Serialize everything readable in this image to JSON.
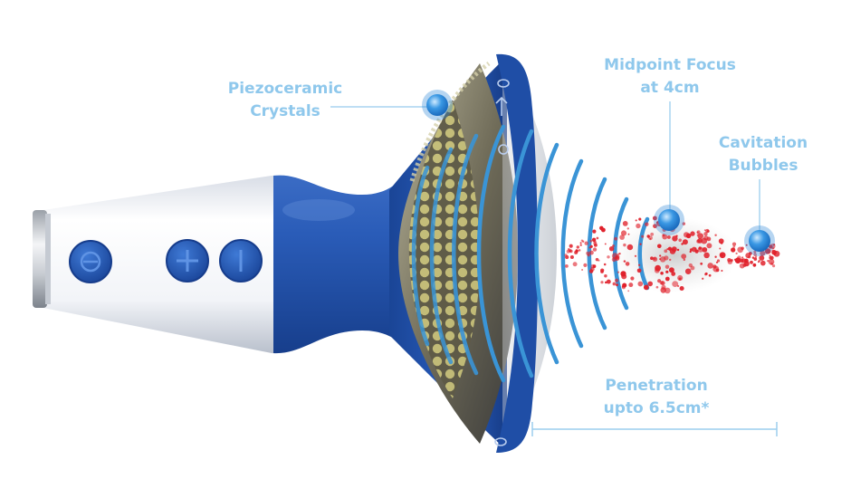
{
  "labels": {
    "piezo": [
      "Piezoceramic",
      "Crystals"
    ],
    "midpoint": [
      "Midpoint Focus",
      "at 4cm"
    ],
    "cavitation": [
      "Cavitation",
      "Bubbles"
    ],
    "penetration": [
      "Penetration",
      "upto 6.5cm*"
    ]
  },
  "device": {
    "buttons": [
      "power",
      "plus",
      "minus"
    ]
  },
  "colors": {
    "label_text": "#8fc8ec",
    "device_blue": "#1e4fa8",
    "wave_blue": "#3a94d6",
    "bubble_red": "#e0202a",
    "leader_line": "#a8d4f0",
    "marker_blue": "#2b8ad8"
  }
}
